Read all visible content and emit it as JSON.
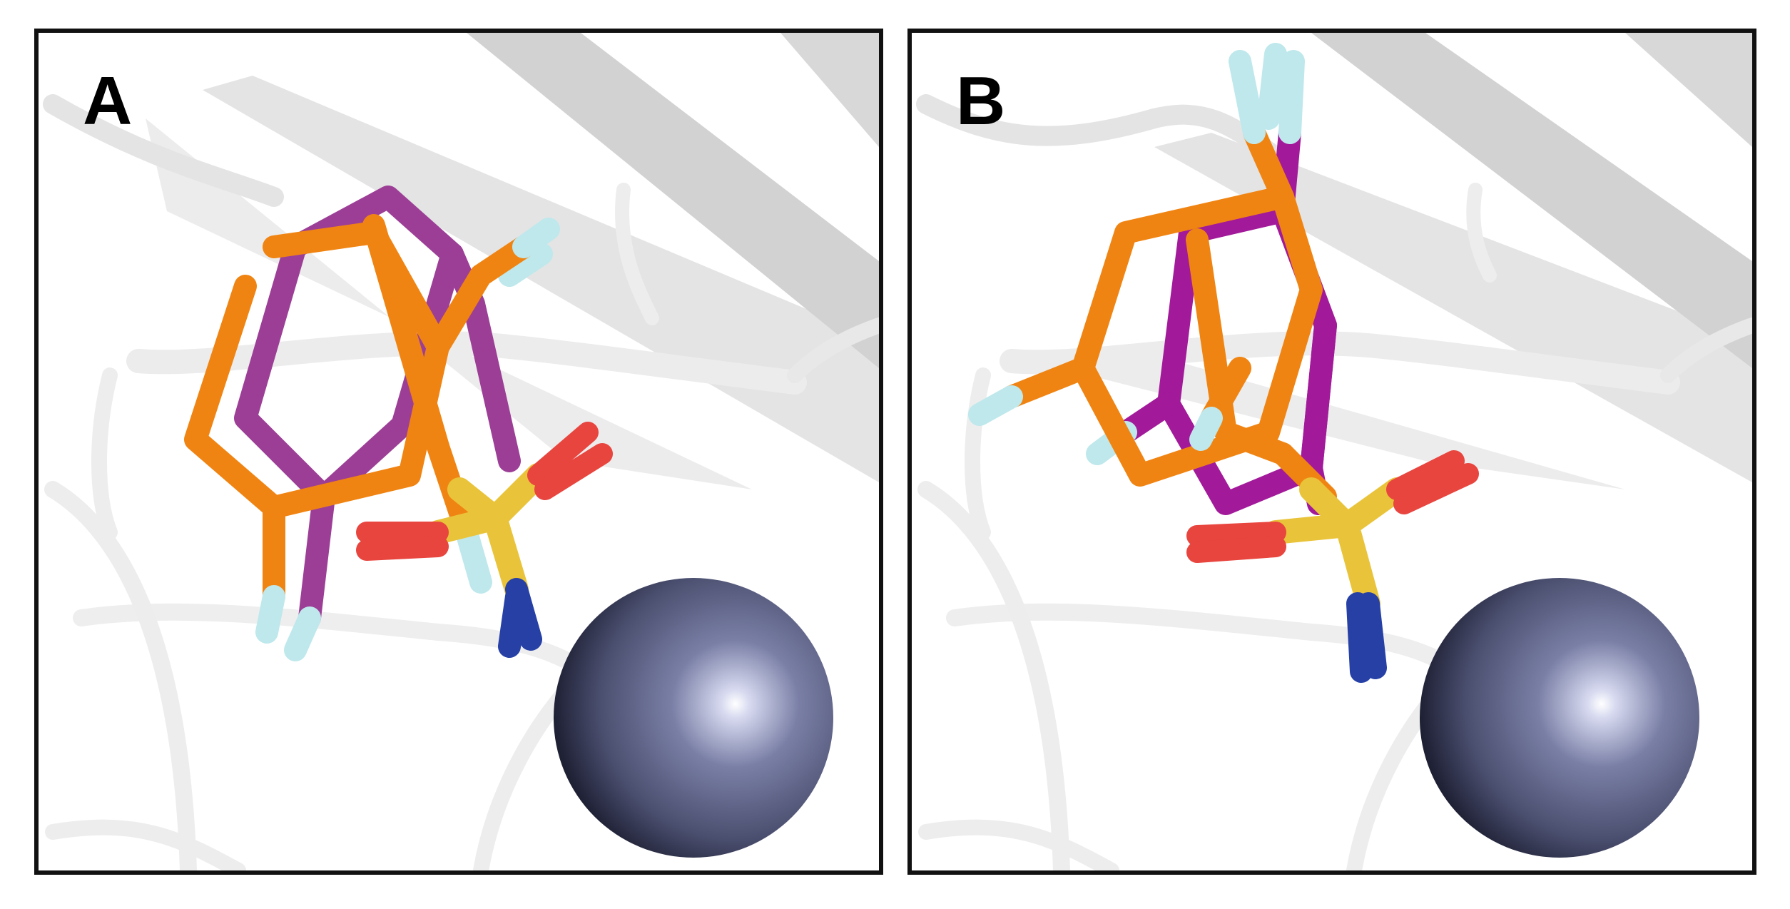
{
  "figure": {
    "panels": [
      {
        "label": "A"
      },
      {
        "label": "B"
      }
    ],
    "colors": {
      "background": "#ffffff",
      "protein_cartoon": "#e6e6e6",
      "ligand_carbon_1": "#f08412",
      "ligand_carbon_2": "#9c3e96",
      "fluorine": "#bfe8ec",
      "sulfur": "#e9c43a",
      "oxygen": "#e8453f",
      "nitrogen": "#2640a6",
      "zinc_ion": "#7a7fa6"
    },
    "icons": [
      "protein-cartoon",
      "ligand-sticks",
      "zinc-ion-sphere"
    ]
  }
}
